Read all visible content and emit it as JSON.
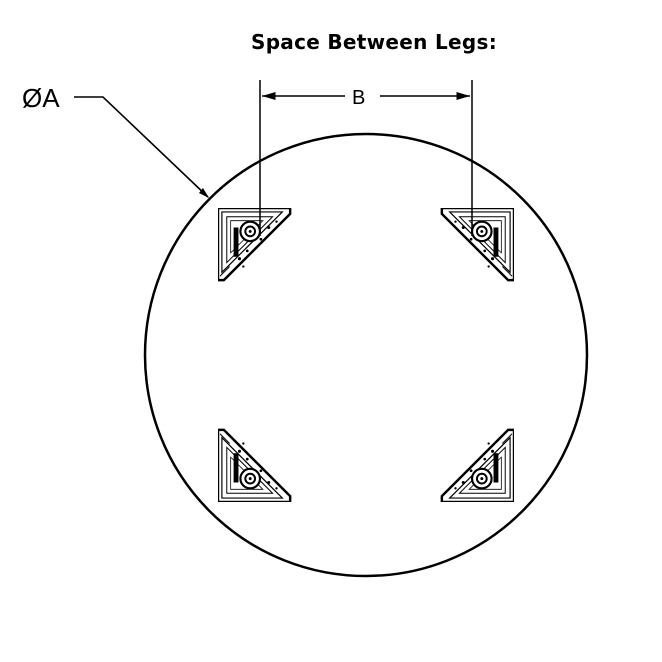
{
  "title": "Space Between Legs:",
  "labels": {
    "diameter": "ØA",
    "spacing": "B"
  },
  "icons": {
    "leg_bracket": "triangular-corner-bracket-icon"
  },
  "colors": {
    "line": "#000000",
    "background": "#ffffff"
  }
}
